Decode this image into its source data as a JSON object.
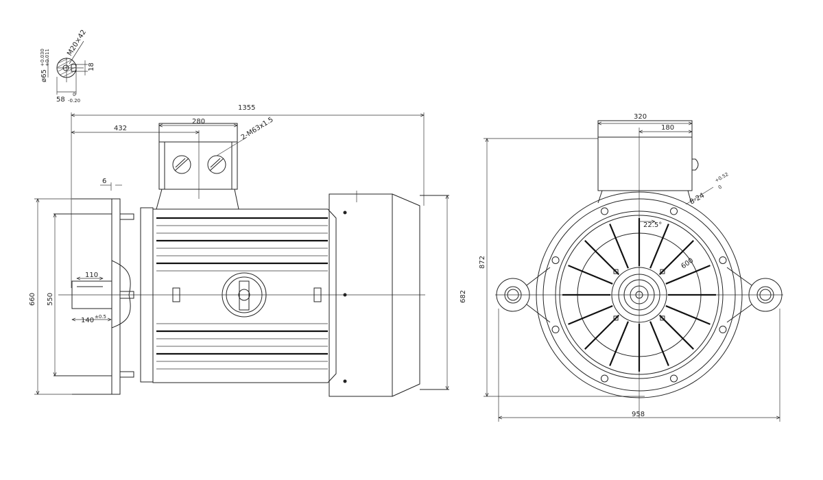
{
  "shaft_detail": {
    "diameter": "ø65",
    "diameter_tol_upper": "+0.030",
    "diameter_tol_lower": "+0.011",
    "thread": "M20×42",
    "key": "18",
    "depth": "58",
    "depth_tol_upper": "0",
    "depth_tol_lower": "-0.20"
  },
  "side_view": {
    "overall_length": "1355",
    "terminal_offset": "432",
    "terminal_width": "280",
    "cable_entry": "2-M63x1.5",
    "flange_thickness": "6",
    "height_outer": "660",
    "height_inner": "550",
    "shaft_length": "110",
    "shaft_base": "140",
    "shaft_base_tol": "±0.5",
    "body_height": "682"
  },
  "front_view": {
    "terminal_width": "320",
    "terminal_offset": "180",
    "mount_holes": "8-24",
    "mount_holes_tol_upper": "+0.52",
    "mount_holes_tol_lower": "0",
    "angle": "22.5°",
    "pcd": "600",
    "height": "872",
    "width": "958"
  }
}
